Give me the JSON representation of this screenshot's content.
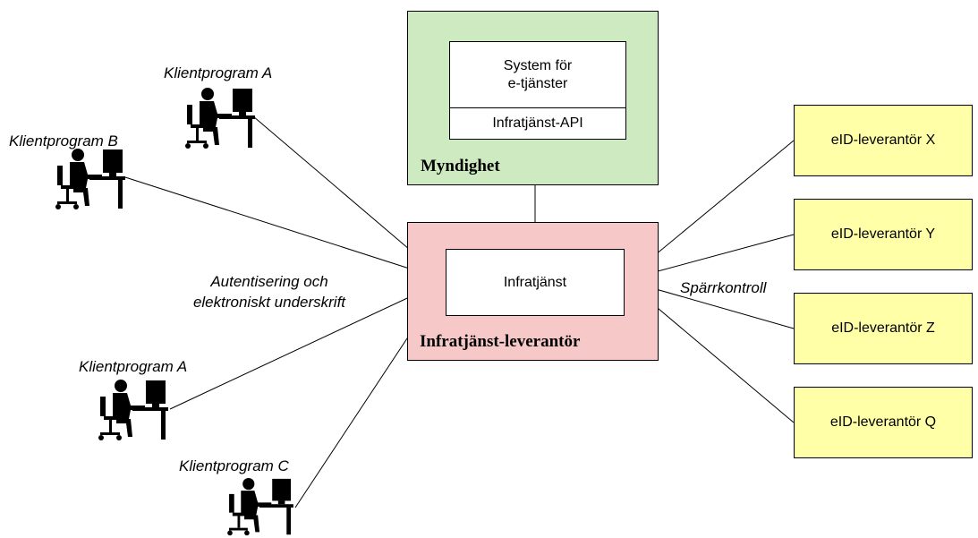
{
  "myndighet": {
    "title": "Myndighet",
    "system_line1": "System för",
    "system_line2": "e-tjänster",
    "api_label": "Infratjänst-API",
    "fill": "#cdeac0"
  },
  "provider": {
    "title": "Infratjänst-leverantör",
    "service_label": "Infratjänst",
    "fill": "#f7c8c8"
  },
  "eid_fill": "#ffffa8",
  "eid_providers": [
    "eID-leverantör X",
    "eID-leverantör Y",
    "eID-leverantör Z",
    "eID-leverantör Q"
  ],
  "labels": {
    "auth_line1": "Autentisering och",
    "auth_line2": "elektroniskt underskrift",
    "revocation": "Spärrkontroll"
  },
  "clients": [
    {
      "label": "Klientprogram A"
    },
    {
      "label": "Klientprogram B"
    },
    {
      "label": "Klientprogram A"
    },
    {
      "label": "Klientprogram C"
    }
  ]
}
